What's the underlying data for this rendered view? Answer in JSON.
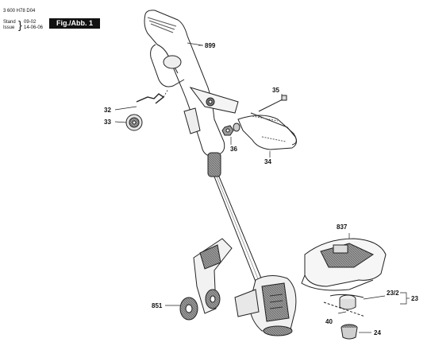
{
  "header": {
    "document_number": "3 600 H78 D04",
    "stand_label": "Stand",
    "issue_label": "Issue",
    "revision": "09-02",
    "issue_date": "14-06-06",
    "figure_tab": "Fig./Abb. 1"
  },
  "parts": {
    "p899": "899",
    "p35": "35",
    "p32": "32",
    "p33": "33",
    "p36": "36",
    "p34": "34",
    "p837": "837",
    "p851": "851",
    "p23_2": "23/2",
    "p23": "23",
    "p40": "40",
    "p24": "24"
  }
}
